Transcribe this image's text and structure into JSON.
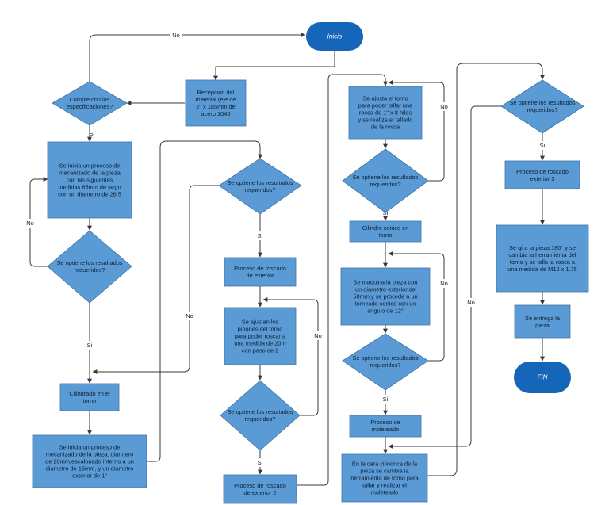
{
  "nodes": {
    "inicio": {
      "text": [
        "Inicio"
      ],
      "color": "#1565b8"
    },
    "recepcion": {
      "text": [
        "Recepcion del",
        "material (eje de",
        "2\" x 185mm de",
        "acero 1040"
      ]
    },
    "cumple": {
      "text": [
        "Cumple con las",
        "especificaciones?"
      ]
    },
    "mecanizado1": {
      "text": [
        "Se inicia un proceso de",
        "mecanizado de la pieza",
        "con las siguientes",
        "medidas 65mm de largo",
        "con un diametro de 26.5"
      ]
    },
    "dec1": {
      "text": [
        "Se optiene los resultados",
        "requeridos?"
      ]
    },
    "cilindrado": {
      "text": [
        "Cilindrado en el",
        "torno"
      ]
    },
    "mecanizado2": {
      "text": [
        "Se inicia un proceso de",
        "mecanizadp de la pieza, diamtero",
        "de 20mm,escalonado interno a un",
        "diametro de 15mm, y un diametro",
        "exterior de 1\""
      ]
    },
    "dec2": {
      "text": [
        "Se optiene los resultados",
        "requeridos?"
      ]
    },
    "roscado_ext": {
      "text": [
        "Proceso de roscado",
        "de exterior"
      ]
    },
    "pinones": {
      "text": [
        "Se ajustan los",
        "piñones del torno",
        "para poder roscar a",
        "una medida de 20m",
        "con paso de 2"
      ]
    },
    "dec3": {
      "text": [
        "Se optiene los resultados",
        "requeridos?"
      ]
    },
    "roscado_ext2": {
      "text": [
        "Proceso de roscado",
        "de exterior 2"
      ]
    },
    "ajusta": {
      "text": [
        "Se ajusta el torno",
        "para poder tallar una",
        "rosca de 1\" x 8 hilos",
        "y se realiza el tallado",
        "de la rosca"
      ]
    },
    "dec4": {
      "text": [
        "Se optiene los resultados",
        "requeridos?"
      ]
    },
    "conico": {
      "text": [
        "Cilindro conico  en",
        "torno"
      ]
    },
    "maquina": {
      "text": [
        "Se maquina la pieza con",
        "un diametro exterior de",
        "50mm y se procede a un",
        "torneado conico con un",
        "angulo de 12°"
      ]
    },
    "dec5": {
      "text": [
        "Se optiene los resultados",
        "requeridos?"
      ]
    },
    "moleteado": {
      "text": [
        "Proceso de",
        "moleteado"
      ]
    },
    "cara": {
      "text": [
        "En la cara cilindrica de la",
        "pieza  se cambia la",
        "herramienta de torno para",
        "tallar y realizar el",
        "moleteado"
      ]
    },
    "dec6": {
      "text": [
        "Se optiene los resultados",
        "requeridos?"
      ]
    },
    "roscado_ext3": {
      "text": [
        "Proceso de roscado",
        "exterior 3"
      ]
    },
    "gira": {
      "text": [
        "Se gira la pieza  180°  y se",
        "cambia la herramienta  del",
        "torno y se  talla la rosca a",
        "una medida de M12 x 1.75"
      ]
    },
    "entrega": {
      "text": [
        "Se entrega la",
        "pieza"
      ]
    },
    "fin": {
      "text": [
        "FIN"
      ],
      "color": "#1565b8"
    }
  },
  "edge_labels": {
    "no": "No",
    "si": "Si"
  },
  "colors": {
    "process": "#5b9bd5",
    "terminal": "#1565b8",
    "line": "#3a3a3a"
  }
}
